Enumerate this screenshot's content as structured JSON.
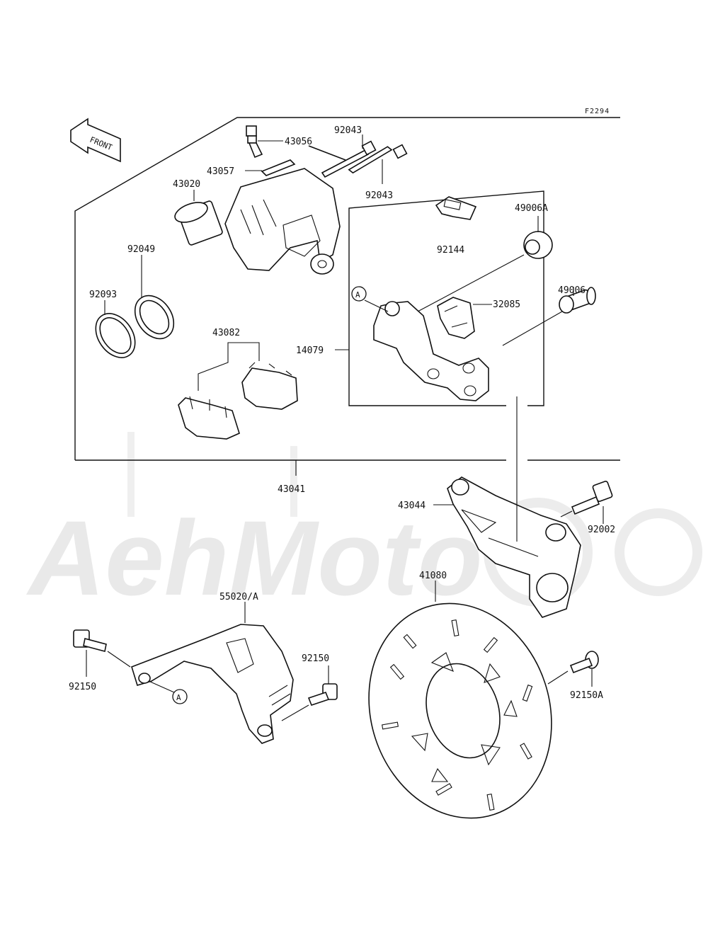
{
  "diagram_code": "F2294",
  "front_label": "FRONT",
  "watermark_text": "AehMoto",
  "callout_marker": "A",
  "parts": {
    "p43056": "43056",
    "p43057": "43057",
    "p92043a": "92043",
    "p92043b": "92043",
    "p43020": "43020",
    "p92049": "92049",
    "p92093": "92093",
    "p43082": "43082",
    "p92144": "92144",
    "p49006A": "49006A",
    "p49006": "49006",
    "p32085": "32085",
    "p14079": "14079",
    "p43041": "43041",
    "p43044": "43044",
    "p92002": "92002",
    "p41080": "41080",
    "p55020A": "55020/A",
    "p92150a": "92150",
    "p92150b": "92150",
    "p92150A": "92150A"
  }
}
